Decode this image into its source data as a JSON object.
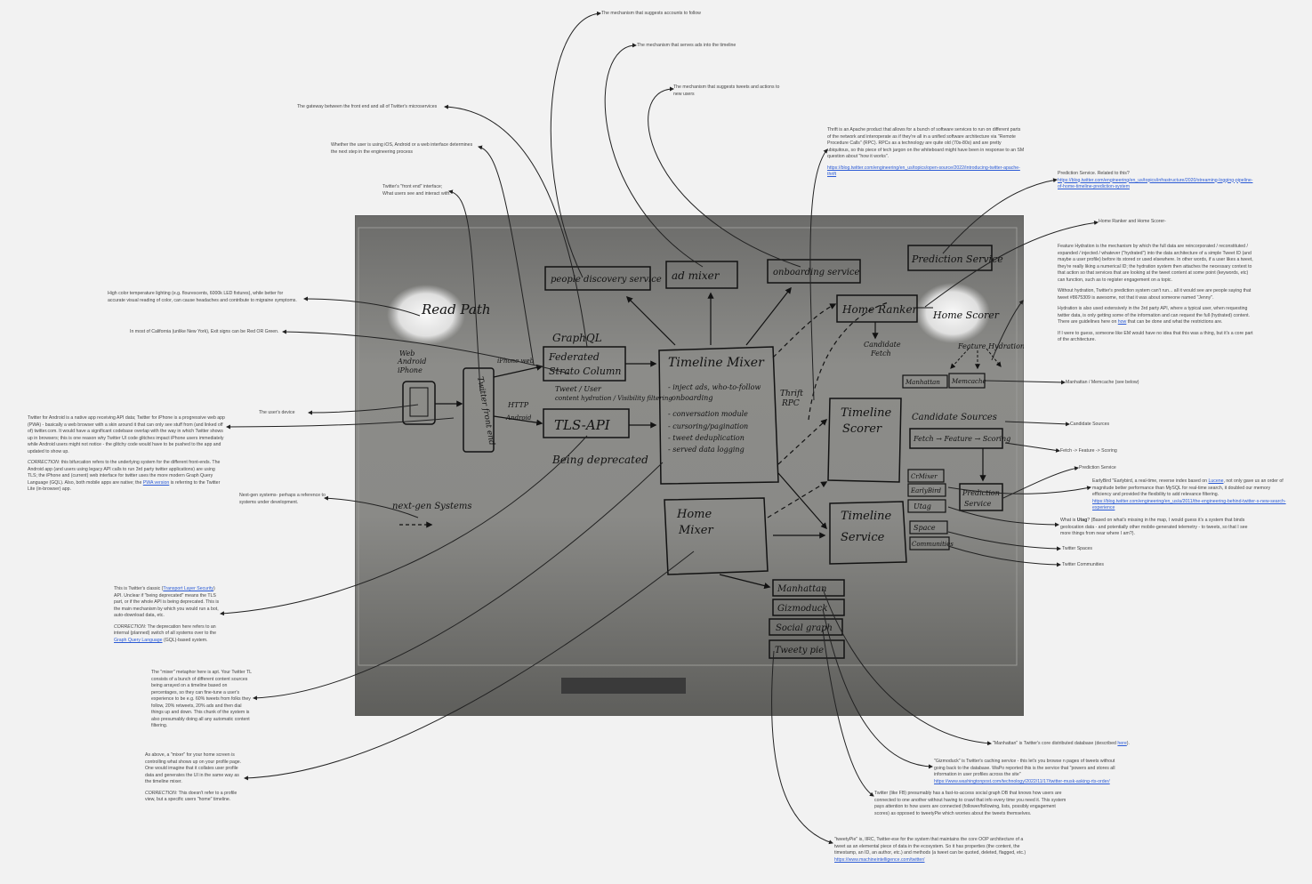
{
  "annotations": {
    "suggest_accounts": "The mechanism that suggests accounts to follow",
    "ads_mechanism": "The mechanism that serves ads into the timeline",
    "suggest_tweets": "The mechanism that suggests tweets and actions to new users",
    "gateway": "The gateway between the front end and all of Twitter's microservices",
    "platform_choice": "Whether the user is using iOS, Android or a web interface determines the next step in the engineering process",
    "front_end": "Twitter's \"front end\" interface; What users see and interact with.",
    "lighting": "High color temperature lighting (e.g. flourescents, 6000k LED fixtures), while better for accurate visual reading of color, can cause headaches and contribute to migraine symptoms.",
    "exit_signs": "In most of California (unlike New York), Exit signs can be Red OR Green.",
    "users_device": "The user's device",
    "android_note": "Twitter for Android is a native app receiving API data; Twitter for iPhone is a progressive web app (PWA) - basically a web browser with a skin around it that can only see stuff from (and linked off of) twitter.com. It would have a significant codebase overlap with the way in which Twitter shows up in browsers; this is one reason why Twitter UI code glitches impact iPhone users immediately while Android users might not notice - the glitchy code would have to be pushed to the app and updated to show up.",
    "android_correction_label": "CORRECTION:",
    "android_correction_a": "this bifurcation refers to the underlying system for the different front-ends. The Android app (and users using legacy API calls to run 3rd party twitter applications) are using TLS; the iPhone and (current) web interface for twitter uses the more modern Graph Query Language (GQL). Also, both mobile apps are native; the",
    "android_correction_link": "PWA version",
    "android_correction_b": "is referring to the Twitter Lite (in-browser) app.",
    "nextgen": "Next-gen systems- perhaps a reference to systems under development.",
    "tls_a": "This is Twitter's classic (",
    "tls_link": "Transport Layer Security",
    "tls_b": ") API. Unclear if \"being deprecated\" means the TLS part, or if the whole API is being deprecated. This is the main mechanism by which you would run a bot, auto-download data, etc.",
    "tls_correction_label": "CORRECTION:",
    "tls_correction_a": "The deprecation here refers to an internal (planned) switch of all systems over to the",
    "tls_correction_link": "Graph Query Language",
    "tls_correction_b": "(GQL)-based system.",
    "mixer_note": "The \"mixer\" metaphor here is apt. Your Twitter TL consists of a bunch of different content sources being arrayed on a timeline based on percentages, so they can fine-tune a user's experience to be e.g. 60% tweets from folks they follow, 20% retweets, 20% ads and then dial things up and down. This chunk of the system is also presumably doing all any automatic content filtering.",
    "home_mixer": "As above, a \"mixer\" for your home screen is controlling what shows up on your profile page. One would imagine that it collates user profile data and generates the UI in the same way as the timeline mixer.",
    "home_mixer_correction_label": "CORRECTION:",
    "home_mixer_correction": "This doesn't refer to a profile view, but a specific users \"home\" timeline.",
    "thrift": "Thrift is an Apache product that allows for a bunch of software services to run on different parts of the network and interoperate as if they're all in a unified software architecture via \"Remote Procedure Calls\" (RPC). RPCs as a technology are quite old (70s-80s) and are pretty ubiquitous, so this piece of tech jargon on the whiteboard might have been in response to an SM question about \"how it works\".",
    "thrift_link": "https://blog.twitter.com/engineering/en_us/topics/open-source/2022/introducing-twitter-apache-thrift",
    "prediction": "Prediction Service. Related to this?",
    "prediction_link": "https://blog.twitter.com/engineering/en_us/topics/infrastructure/2020/streaming-logging-pipeline-of-home-timeline-prediction-system",
    "home_ranker": "Home Ranker and Home Scorer-",
    "hydration_1": "Feature Hydration is the mechanism by which the full data are reincorporated / reconstituted / expanded / injected / whatever (\"hydrated\") into the data architecture of a simple Tweet ID (and maybe a user profile) before its stored or used elsewhere. In other words, if a user likes a tweet, they're really liking a numerical ID; the hydration system then attaches the necessary context to that action so that services that are looking at the tweet content at some point (keywords, etc) can function, such as to register engagement on a topic.",
    "hydration_2": "Without hydration, Twitter's prediction system can't run... all it would see are people saying that tweet #8675309 is awesome, not that it was about someone named \"Jenny\".",
    "hydration_3a": "Hydration is also used extensively in the 3rd party API, where a typical user, when requesting twitter data, is only getting some of the information and can request the full (hydrated) content. There are guidelines here on",
    "hydration_3_link": "how",
    "hydration_3b": "that can be done and what the restrictions are.",
    "hydration_4": "If I were to guess, someone like EM would have no idea that this was a thing, but it's a core part of the architecture.",
    "manhattan_memcache": "Manhattan / Memcache (see below)",
    "candidate_sources": "Candidate Sources",
    "fetch_scoring": "Fetch -> Feature -> Scoring",
    "prediction_service": "Prediction Service",
    "earlybird_a": "EarlyBird \"Earlybird, a real-time, reverse index based on",
    "earlybird_lucene": "Lucene",
    "earlybird_b": ", not only gave us an order of magnitude better performance than MySQL for real-time search, it doubled our memory efficiency and provided the flexibility to add relevance filtering.",
    "earlybird_link": "https://blog.twitter.com/engineering/en_us/a/2011/the-engineering-behind-twitter-s-new-search-experience",
    "utag_a": "What is",
    "utag_b": "Utag",
    "utag_c": "? (Based on what's missing in the map, I would guess it's a system that binds geolocation data - and potentially other mobile-generated telemetry - to tweets, so that I see more things from near where I am?).",
    "spaces": "Twitter Spaces",
    "communities": "Twitter Communities",
    "manhattan_db_a": "\"Manhattan\" is Twitter's core distributed database (described",
    "manhattan_db_link": "here",
    "manhattan_db_b": ").",
    "gizmoduck": "\"Gizmoduck\" is Twitter's caching service - this let's you browse n pages of tweets without going back to the database. WaPo reported this is the service that \"powers and stores all information in user profiles across the site\"",
    "gizmoduck_link": "https://www.washingtonpost.com/technology/2022/11/17/twitter-musk-asking-rts-order/",
    "social_graph": "Twitter (like FB) presumably has a fast-to-access social graph DB that knows how users are connected to one another without having to crawl that info every time you need it. This system pays attention to how users are connected (follower/following, lists, possibly engagement scores) as opposed to tweetyPie which worries about the tweets themselves.",
    "tweetypie": "\"tweetyPie\" is, IIRC, Twitter-ese for the system that maintains the core OOP architecture of a tweet as an elemental piece of data in the ecosystem. So it has properties (the content, the timestamp, an ID, an author, etc.) and methods (a tweet can be quoted, deleted, flagged, etc.)",
    "tweetypie_link": "https://www.machineintelligence.com/twitter/"
  },
  "whiteboard": {
    "read_path": "Read Path",
    "web": "Web",
    "android": "Android",
    "iphone": "iPhone",
    "twitter_front_end": "Twitter front end",
    "iphone_web": "iPhone web",
    "http": "HTTP",
    "android_small": "Android",
    "graphql": "GraphQL",
    "federated": "Federated",
    "strato": "Strato Column",
    "tweet_visibility": "Tweet / User",
    "content_hydration": "content hydration / Visibility filtering",
    "tls_api": "TLS-API",
    "being_deprecated": "Being deprecated",
    "people_discovery": "people discovery service",
    "ad_mixer": "ad mixer",
    "onboarding": "onboarding service",
    "timeline_mixer": "Timeline Mixer",
    "tm_line1": "- inject ads, who-to-follow",
    "tm_line2": "onboarding",
    "tm_line3": "- conversation module",
    "tm_line4": "- cursoring/pagination",
    "tm_line5": "- tweet deduplication",
    "tm_line6": "- served data logging",
    "thrift_rpc_1": "Thrift",
    "thrift_rpc_2": "RPC",
    "home_mixer_1": "Home",
    "home_mixer_2": "Mixer",
    "next_gen": "next-gen Systems",
    "home_ranker": "Home Ranker",
    "home_scorer": "Home Scorer",
    "prediction_service_top": "Prediction Service",
    "candidate_fetch_1": "Candidate",
    "candidate_fetch_2": "Fetch",
    "feature_hydration": "Feature Hydration",
    "manhattan_small": "Manhattan",
    "memcache": "Memcache",
    "candidate_sources": "Candidate Sources",
    "fetch_feature_scoring": "Fetch → Feature → Scoring",
    "timeline_scorer_1": "Timeline",
    "timeline_scorer_2": "Scorer",
    "timeline_service_1": "Timeline",
    "timeline_service_2": "Service",
    "crminer": "CrMixer",
    "earlybird": "EarlyBird",
    "utag": "Utag",
    "space": "Space",
    "communities": "Communities",
    "prediction_service_low_1": "Prediction",
    "prediction_service_low_2": "Service",
    "manhattan": "Manhattan",
    "gizmoduck": "Gizmoduck",
    "social_graph": "Social graph",
    "tweety_pie": "Tweety pie"
  },
  "colors": {
    "background": "#f2f2f2",
    "board": "#7e7e7b",
    "ink": "#121212",
    "link": "#2b5bd6",
    "leader": "#222222"
  }
}
